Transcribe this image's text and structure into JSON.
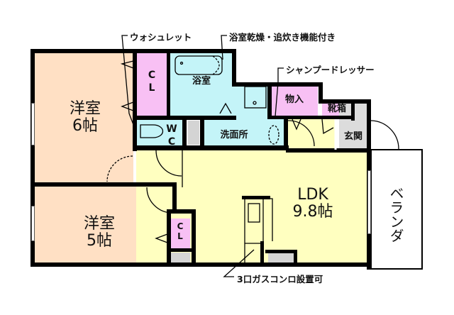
{
  "floorplan": {
    "colors": {
      "western_room": "#ffe0c4",
      "ldk": "#ffffc0",
      "wet_area": "#c4f4f8",
      "closet": "#f8c0f4",
      "entrance": "#dcdcdc",
      "wall": "#000000"
    },
    "rooms": {
      "western_6": {
        "name": "洋室",
        "size": "6帖"
      },
      "western_5": {
        "name": "洋室",
        "size": "5帖"
      },
      "ldk": {
        "name": "LDK",
        "size": "9.8帖"
      },
      "bath": {
        "name": "浴室"
      },
      "washroom": {
        "name": "洗面所"
      },
      "wc": {
        "line1": "W",
        "line2": "C"
      },
      "closet_1": {
        "line1": "C",
        "line2": "L"
      },
      "closet_2": {
        "line1": "C",
        "line2": "L"
      },
      "storage": {
        "name": "物入"
      },
      "shoe_box": {
        "name": "靴箱"
      },
      "entrance": {
        "name": "玄関"
      },
      "veranda": {
        "name": "ベランダ"
      }
    },
    "callouts": {
      "washlet": "ウォシュレット",
      "bath_features": "浴室乾燥・追炊き機能付き",
      "shampoo_dresser": "シャンプードレッサー",
      "gas_stove": "3口ガスコンロ設置可"
    }
  }
}
